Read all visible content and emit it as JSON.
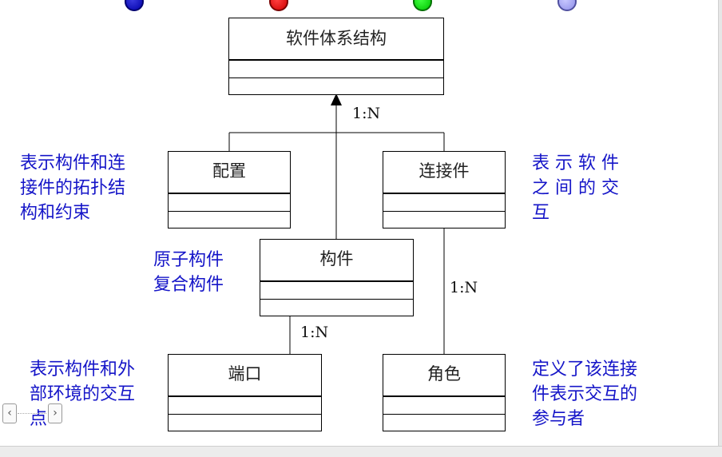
{
  "classes": {
    "architecture": "软件体系结构",
    "configuration": "配置",
    "connector": "连接件",
    "component": "构件",
    "port": "端口",
    "role": "角色"
  },
  "multiplicities": {
    "architecture_children": "1:N",
    "component_port": "1:N",
    "connector_role": "1:N"
  },
  "notes": {
    "configuration": [
      "表示构件和连",
      "接件的拓扑结",
      "构和约束"
    ],
    "connector": [
      "表 示 软 件",
      "之 间 的 交",
      "互"
    ],
    "component": [
      "原子构件",
      "复合构件"
    ],
    "port": [
      "表示构件和外",
      "部环境的交互",
      "点"
    ],
    "role": [
      "定义了该连接",
      "件表示交互的",
      "参与者"
    ]
  },
  "nav": {
    "prev": "‹",
    "next": "›"
  },
  "colors": {
    "note_text": "#1515c8",
    "line": "#000000"
  }
}
